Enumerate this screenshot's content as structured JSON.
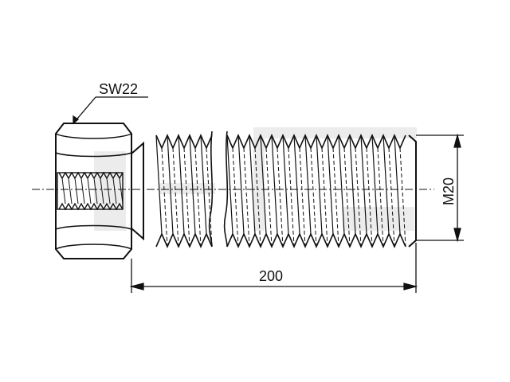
{
  "labels": {
    "wrench_size": "SW22",
    "length": "200",
    "thread": "M20"
  },
  "colors": {
    "line": "#111111",
    "watermark": "#e6e6e6"
  }
}
